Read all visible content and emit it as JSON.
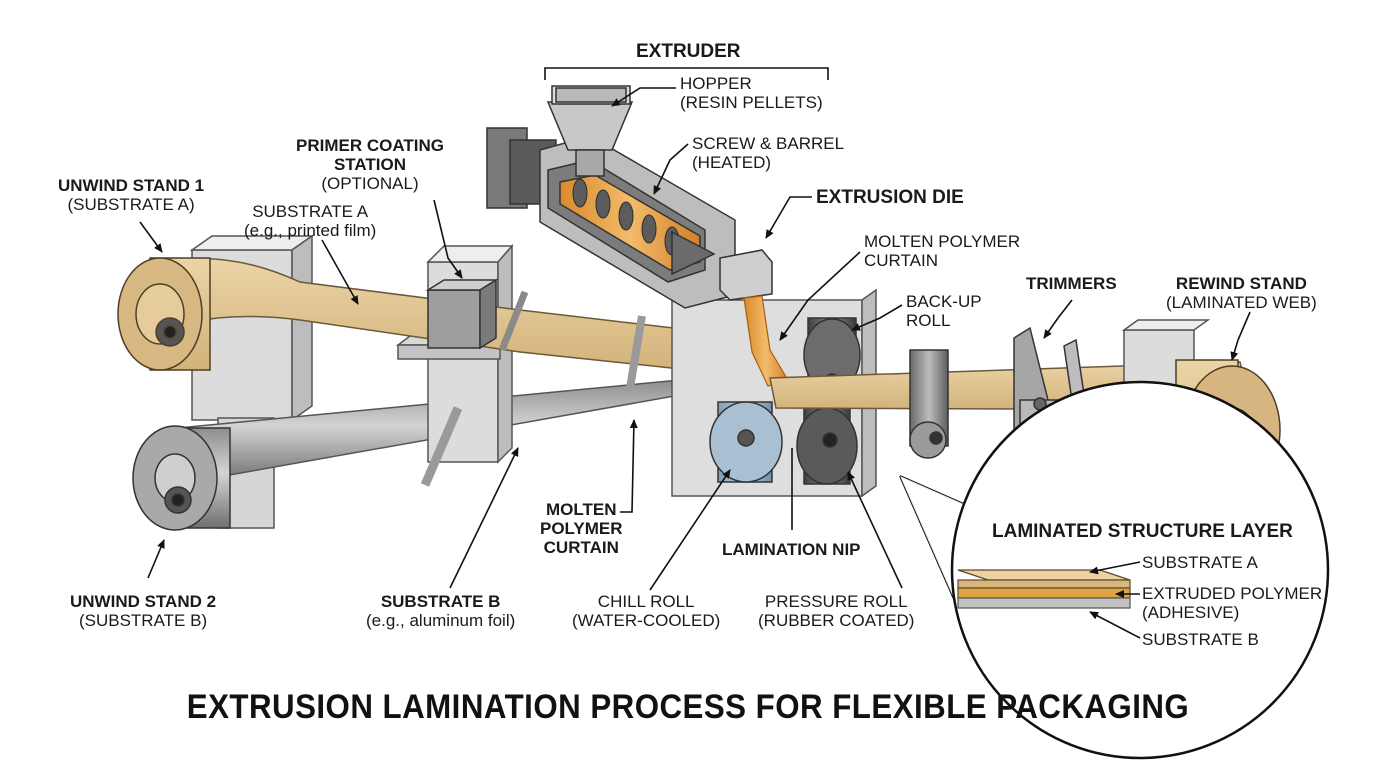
{
  "title": "EXTRUSION LAMINATION PROCESS FOR FLEXIBLE PACKAGING",
  "labels": {
    "extruder": "EXTRUDER",
    "hopper": [
      "HOPPER",
      "(RESIN PELLETS)"
    ],
    "screw": [
      "SCREW & BARREL",
      "(HEATED)"
    ],
    "die": "EXTRUSION DIE",
    "curtain_top": [
      "MOLTEN POLYMER",
      "CURTAIN"
    ],
    "backup": [
      "BACK-UP",
      "ROLL"
    ],
    "trimmers": "TRIMMERS",
    "rewind": [
      "REWIND STAND",
      "(LAMINATED WEB)"
    ],
    "primer": [
      "PRIMER COATING",
      "STATION",
      "(OPTIONAL)"
    ],
    "unwind1": [
      "UNWIND STAND 1",
      "(SUBSTRATE A)"
    ],
    "substrate_a": [
      "SUBSTRATE A",
      "(e.g., printed film)"
    ],
    "unwind2": [
      "UNWIND STAND 2",
      "(SUBSTRATE B)"
    ],
    "substrate_b": [
      "SUBSTRATE B",
      "(e.g., aluminum foil)"
    ],
    "curtain_bottom": [
      "MOLTEN",
      "POLYMER",
      "CURTAIN"
    ],
    "nip": "LAMINATION NIP",
    "chill": [
      "CHILL ROLL",
      "(WATER-COOLED)"
    ],
    "pressure": [
      "PRESSURE ROLL",
      "(RUBBER COATED)"
    ]
  },
  "inset": {
    "title": "LAMINATED STRUCTURE LAYER",
    "layer_a": "SUBSTRATE A",
    "layer_poly": [
      "EXTRUDED POLYMER",
      "(ADHESIVE)"
    ],
    "layer_b": "SUBSTRATE B"
  },
  "colors": {
    "film": "#e2c48f",
    "foil": "#c9c9c9",
    "chill": "#9fb7cc",
    "polymer": "#e8a347",
    "frame": "#dcdcdc"
  }
}
